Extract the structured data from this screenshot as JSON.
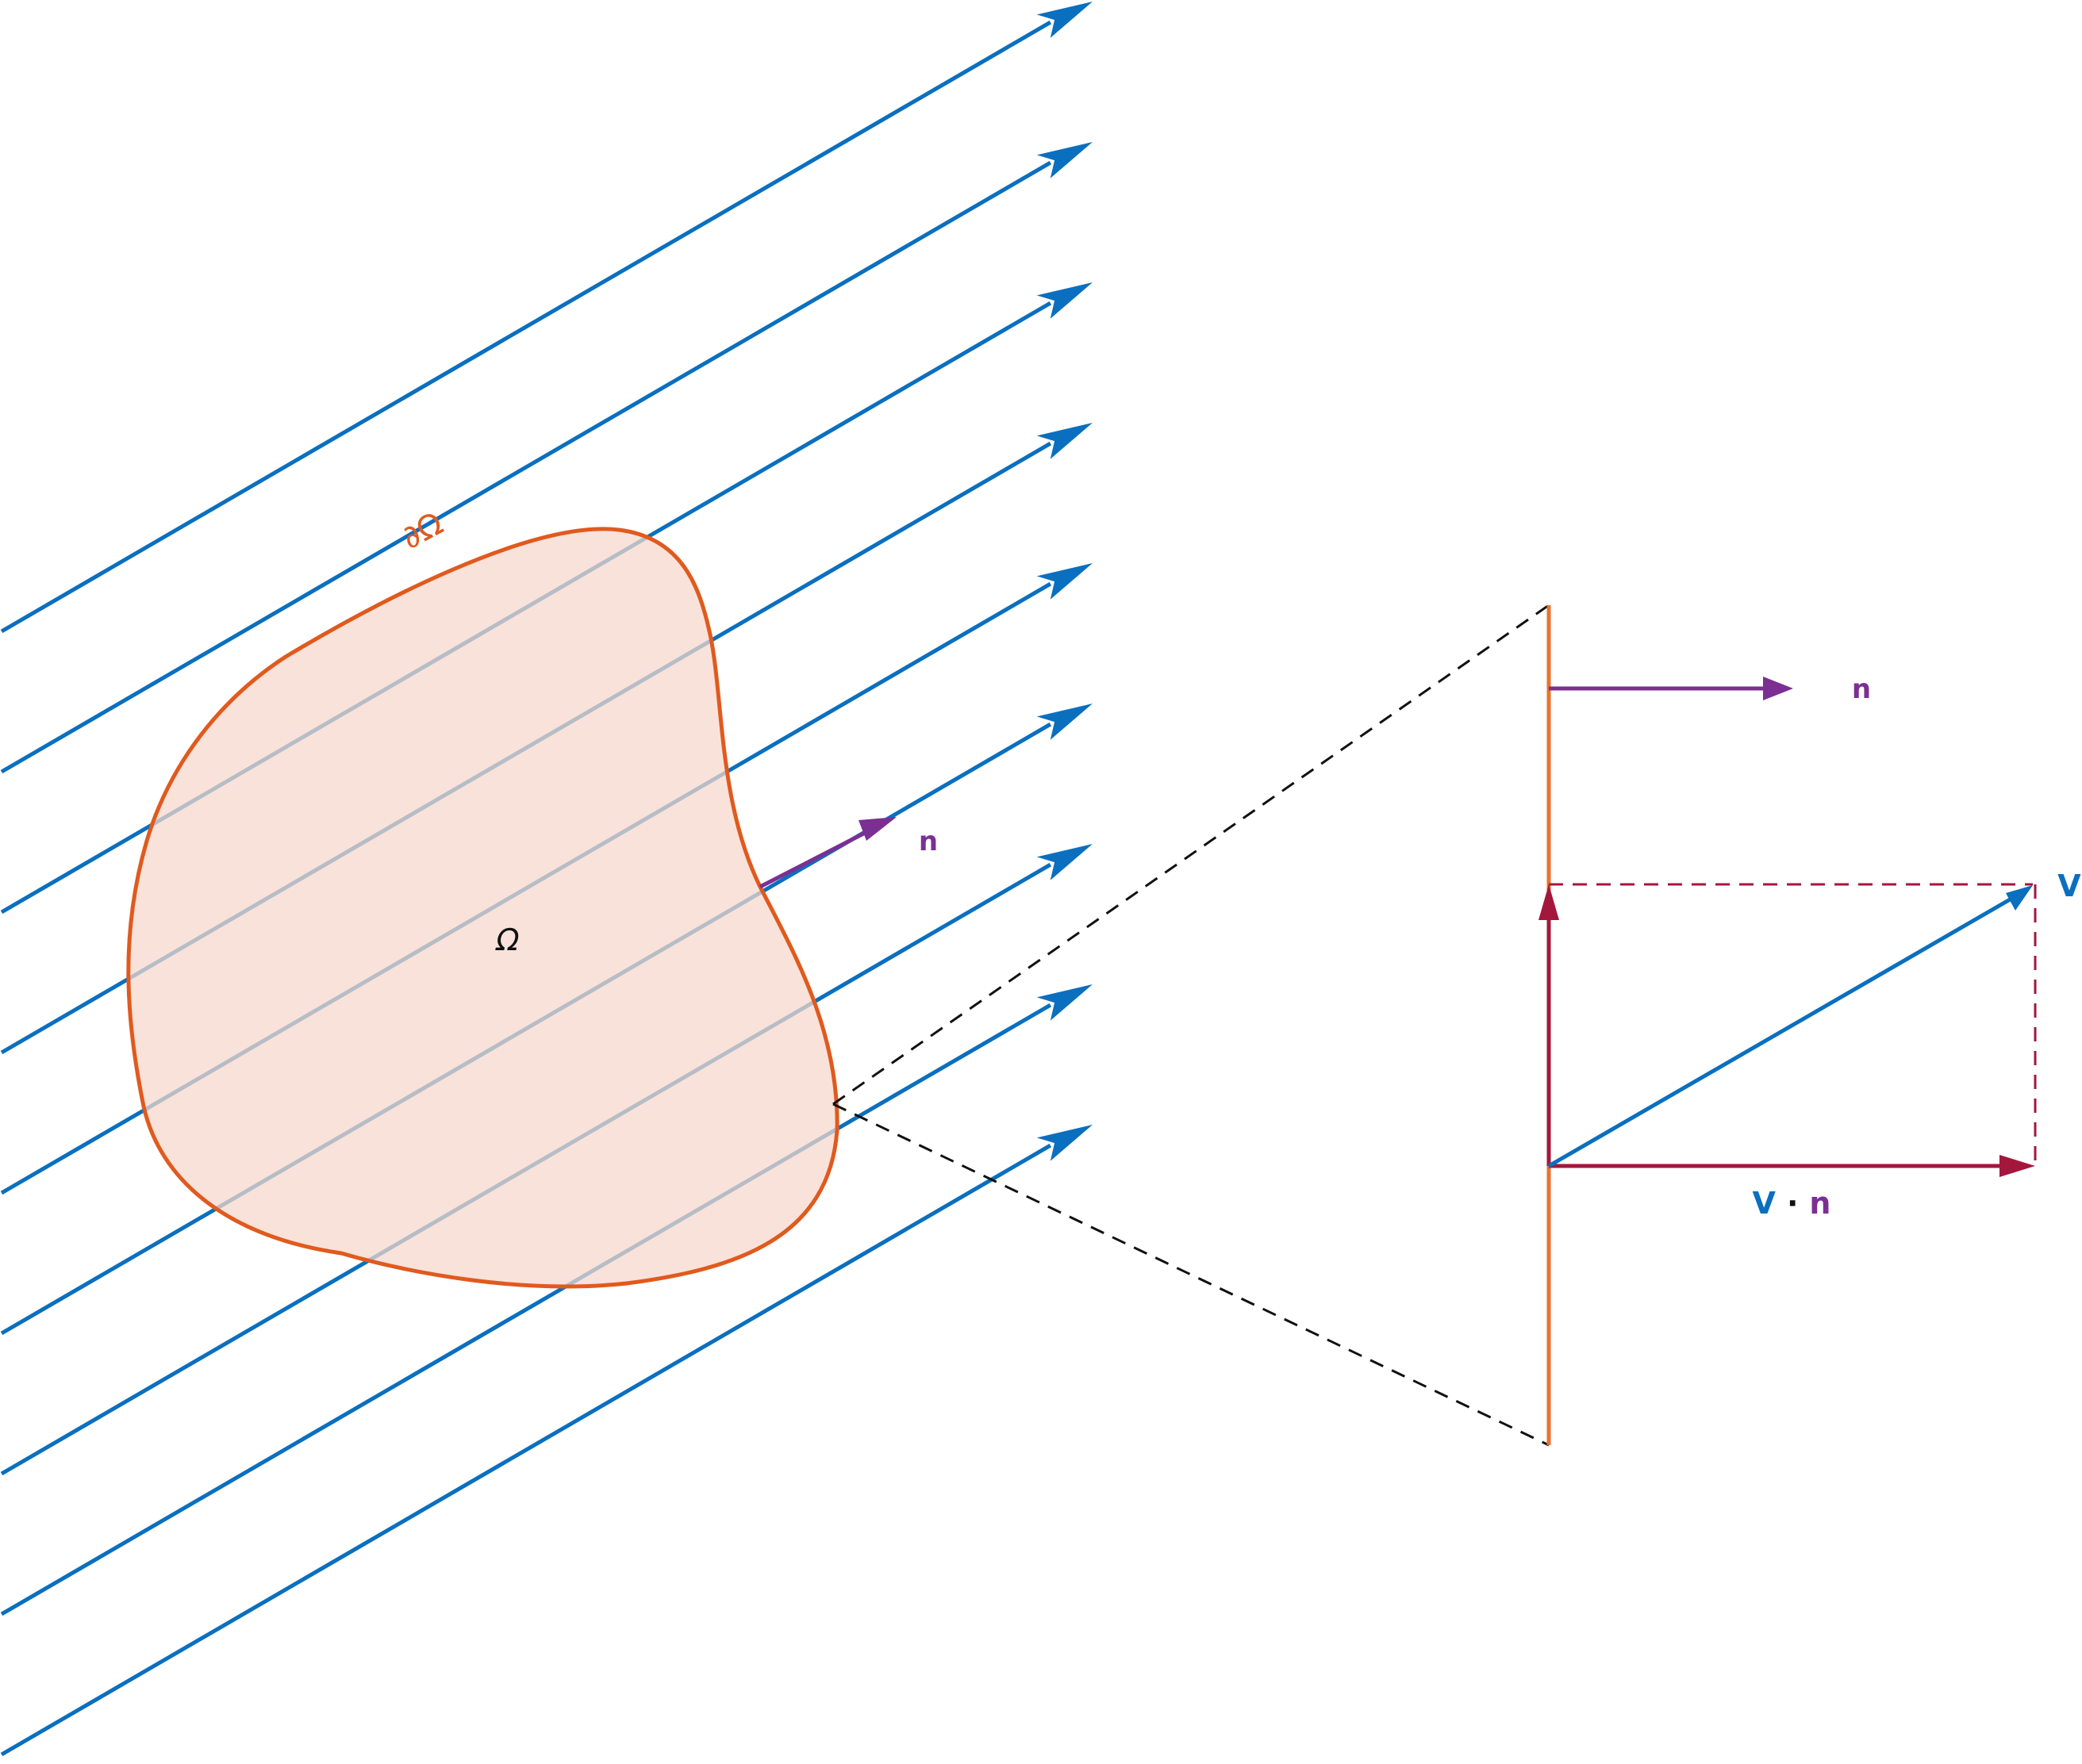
{
  "labels": {
    "boundary": "∂Ω",
    "region": "Ω",
    "normal": "n",
    "zoom_normal": "n",
    "velocity": "V",
    "dot_v": "V",
    "dot_op": "·",
    "dot_n": "n"
  },
  "colors": {
    "flow": "#0a6fbf",
    "boundary": "#e05a1e",
    "region_fill": "#f9e2da",
    "flow_inside": "#b7bdc6",
    "normal": "#7b2f93",
    "component": "#a3173d",
    "zoom_edge": "#e8742a",
    "dashed": "#111111"
  }
}
